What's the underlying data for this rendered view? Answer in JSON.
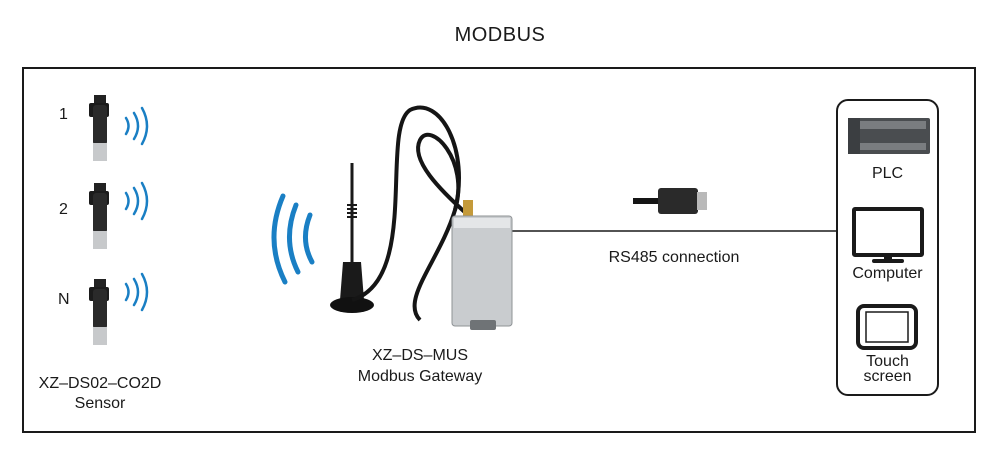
{
  "title": "MODBUS",
  "sensors": {
    "numbers": [
      "1",
      "2",
      "N"
    ],
    "label_line1": "XZ–DS02–CO2D",
    "label_line2": "Sensor"
  },
  "gateway": {
    "label_line1": "XZ–DS–MUS",
    "label_line2": "Modbus Gateway"
  },
  "connection": {
    "label": "RS485 connection"
  },
  "devices": {
    "plc": "PLC",
    "computer": "Computer",
    "touch_line1": "Touch",
    "touch_line2": "screen"
  },
  "colors": {
    "signal_blue": "#1a7fc4",
    "line": "#1a1a1a",
    "gateway_body": "#c9cccf"
  }
}
